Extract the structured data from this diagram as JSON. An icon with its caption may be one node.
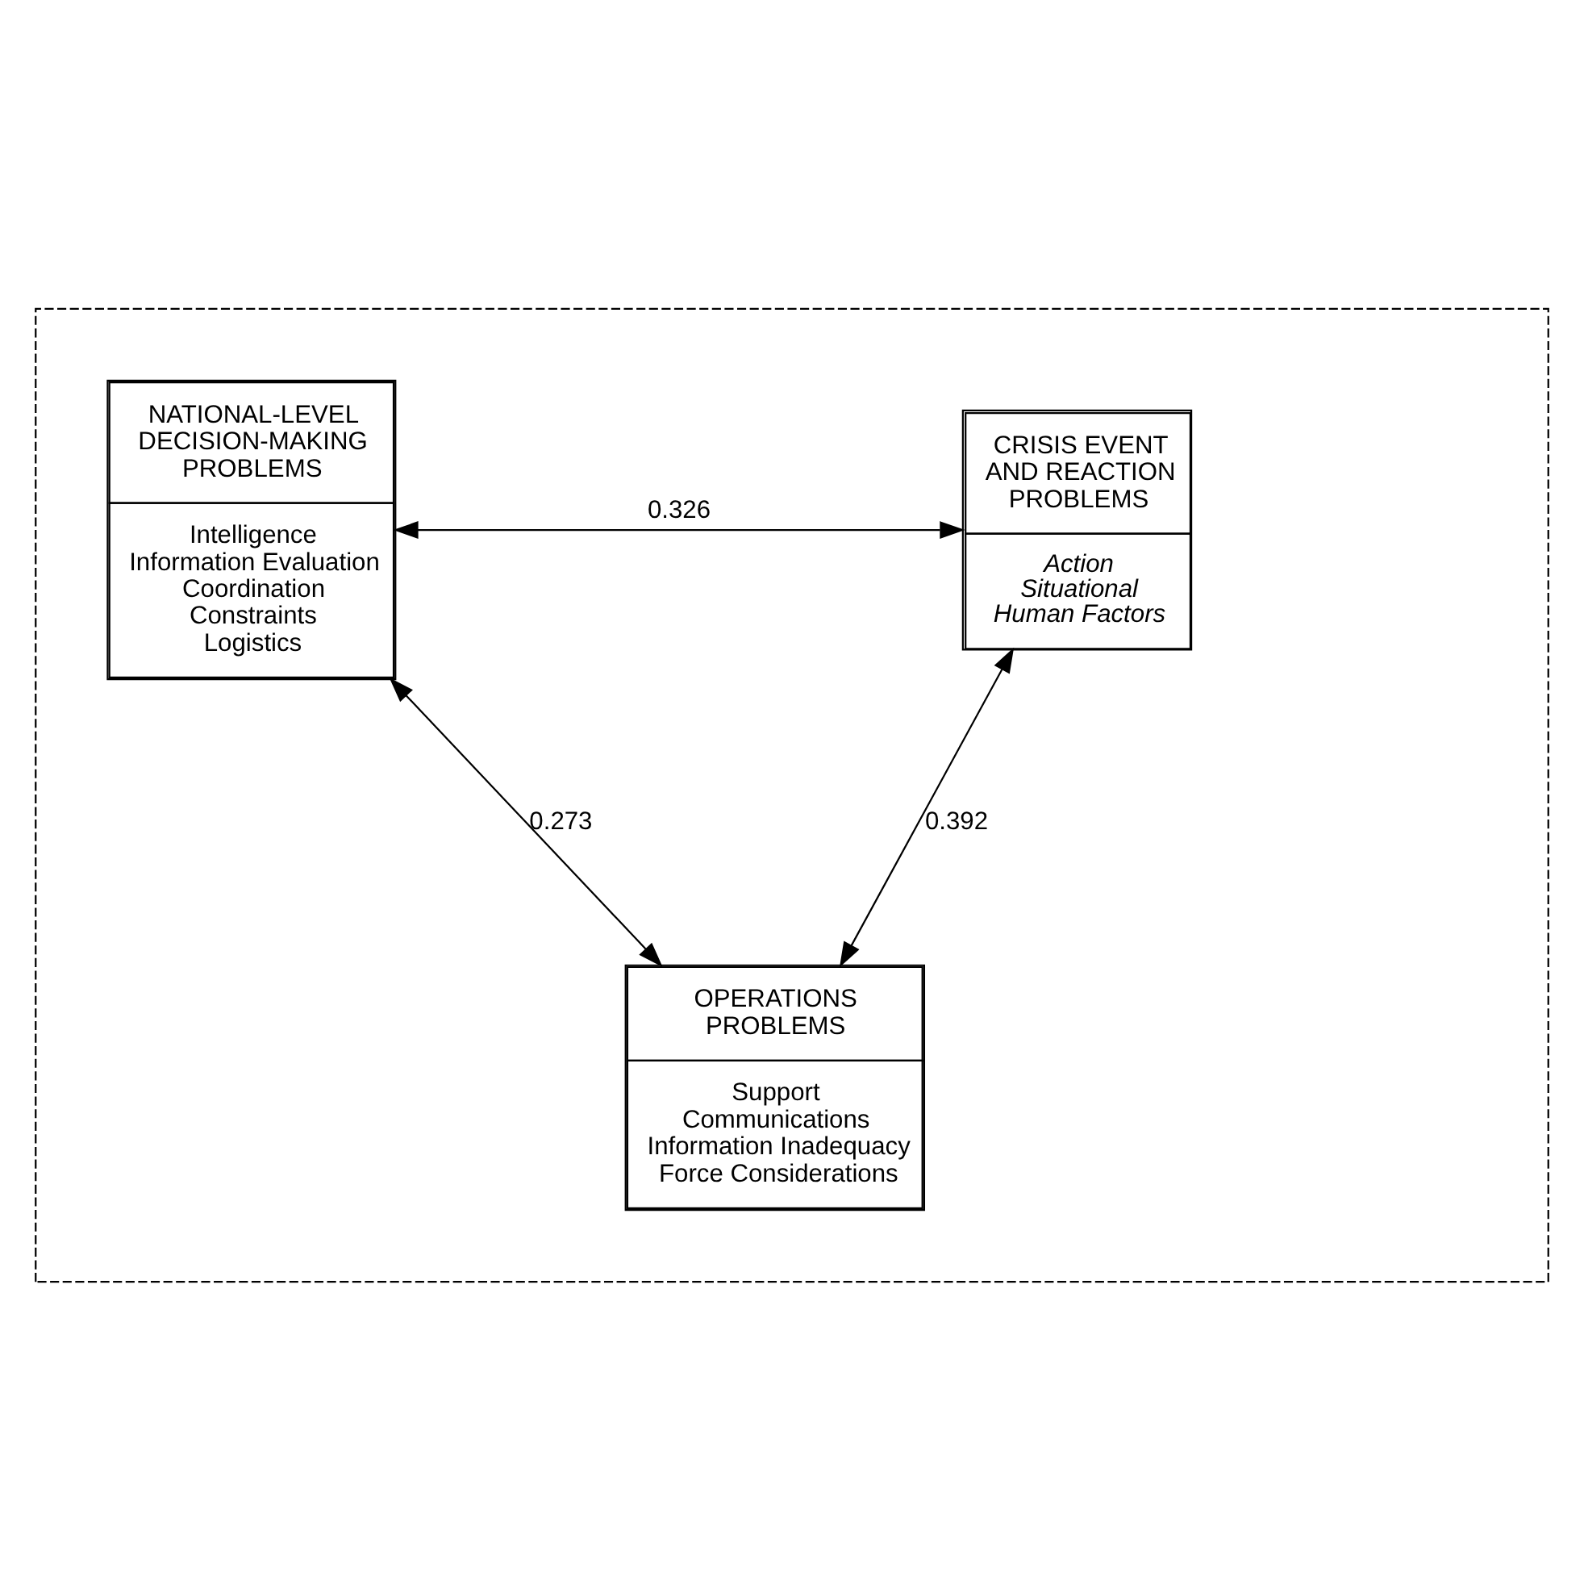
{
  "diagram": {
    "nodes": [
      {
        "text": [],
        "shape": "box"
      },
      {
        "text": [
          "NATIONAL-LEVEL DECISION-MAKING PROBLEMS",
          "Intelligence",
          "Information Evaluation",
          "Coordination",
          "Constraints",
          "Logistics"
        ],
        "in": 0
      },
      {
        "text": [
          "CRISIS EVENT AND REACTION PROBLEMS",
          "Action",
          "Situational",
          "Human Factors"
        ],
        "in": 0
      },
      {
        "text": [
          "OPERATIONS PROBLEMS",
          "Support",
          "Communications",
          "Information Inadequacy",
          "Force Considerations"
        ],
        "in": 0
      }
    ],
    "edges": [
      {
        "from": 1,
        "to": 2,
        "arrow": "both",
        "label": "0.326"
      },
      {
        "from": 1,
        "to": 3,
        "arrow": "both",
        "label": "0.273"
      },
      {
        "from": 2,
        "to": 3,
        "arrow": "both",
        "label": "0.392"
      }
    ]
  }
}
